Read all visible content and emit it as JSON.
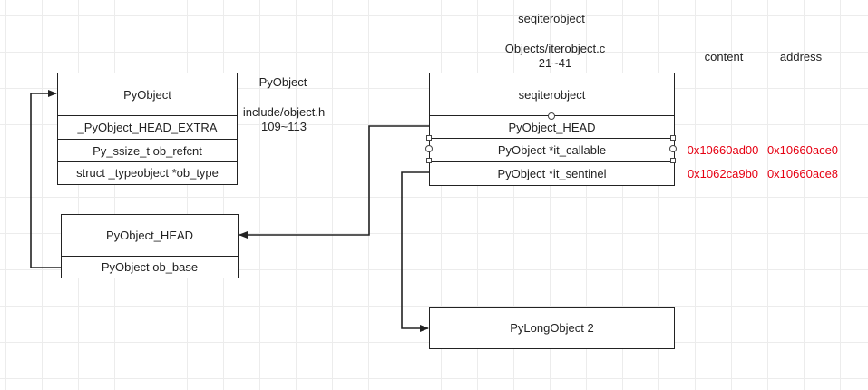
{
  "pyobject": {
    "title": "PyObject",
    "fields": [
      "_PyObject_HEAD_EXTRA",
      "Py_ssize_t ob_refcnt",
      "struct _typeobject *ob_type"
    ],
    "caption": "PyObject",
    "source_file": "include/object.h",
    "source_lines": "109~113"
  },
  "pyobject_head": {
    "title": "PyObject_HEAD",
    "fields": [
      "PyObject ob_base"
    ]
  },
  "seqiter": {
    "caption": "seqiterobject",
    "source_file": "Objects/iterobject.c",
    "source_lines": "21~41",
    "title": "seqiterobject",
    "fields": [
      "PyObject_HEAD",
      "PyObject *it_callable",
      "PyObject *it_sentinel"
    ]
  },
  "columns": {
    "content": "content",
    "address": "address"
  },
  "memory": [
    {
      "content": "0x10660ad00",
      "address": "0x10660ace0"
    },
    {
      "content": "0x1062ca9b0",
      "address": "0x10660ace8"
    }
  ],
  "pylong": {
    "label": "PyLongObject 2"
  },
  "colors": {
    "lines": "#222222",
    "highlight": "#e60012",
    "grid": "#ececec"
  }
}
